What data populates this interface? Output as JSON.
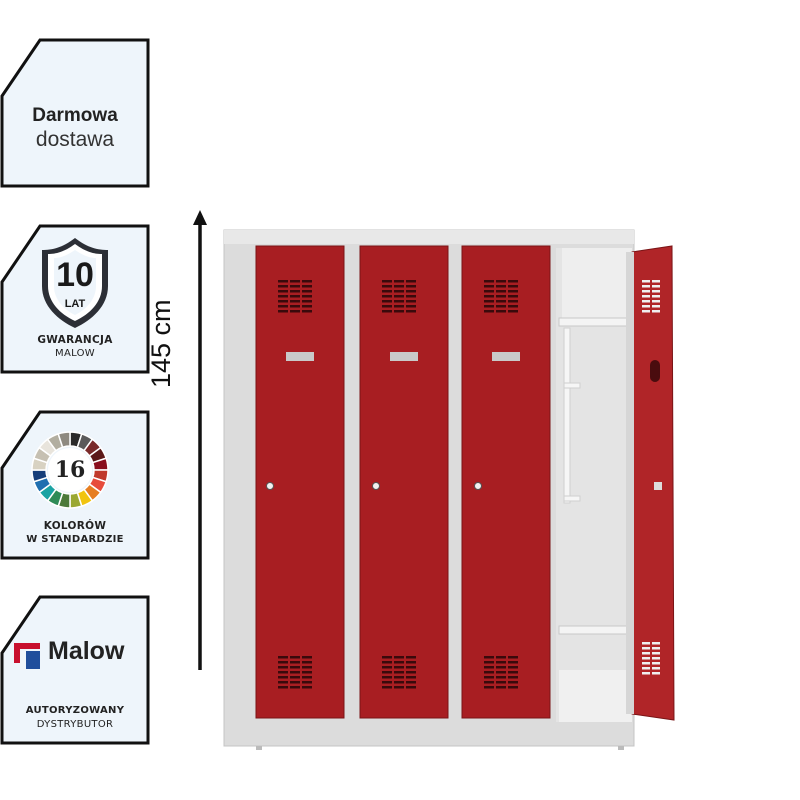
{
  "badges": {
    "delivery": {
      "line1": "Darmowa",
      "line2": "dostawa"
    },
    "warranty": {
      "number": "10",
      "unit": "LAT",
      "line1": "GWARANCJA",
      "line2": "MALOW"
    },
    "colors": {
      "number": "16",
      "line1": "KOLORÓW",
      "line2": "W STANDARDZIE"
    },
    "dealer": {
      "brand": "Malow",
      "line1": "AUTORYZOWANY",
      "line2": "DYSTRYBUTOR"
    }
  },
  "dimension": {
    "height_label": "145 cm"
  },
  "product": {
    "type": "locker",
    "compartments": 4,
    "door_color": "#a81e22",
    "body_color": "#d9d9d9",
    "open_compartment": 4
  },
  "colors": {
    "badge_border": "#111111",
    "badge_fill": "#eef5fb",
    "brand_red": "#c8102e",
    "brand_blue": "#1f4e9c"
  },
  "palette_swatches": [
    "#2a2a2a",
    "#5a5a5a",
    "#7a2a2a",
    "#5c1818",
    "#8a0f1e",
    "#c0392b",
    "#e74c3c",
    "#e67e22",
    "#f1c40f",
    "#9aa832",
    "#4c7a3a",
    "#2e8b57",
    "#1aa3a3",
    "#1f6fb0",
    "#163e7a",
    "#d8d2c2",
    "#c6c0b2",
    "#e8e4dc",
    "#b2aea0",
    "#8f8a80"
  ]
}
